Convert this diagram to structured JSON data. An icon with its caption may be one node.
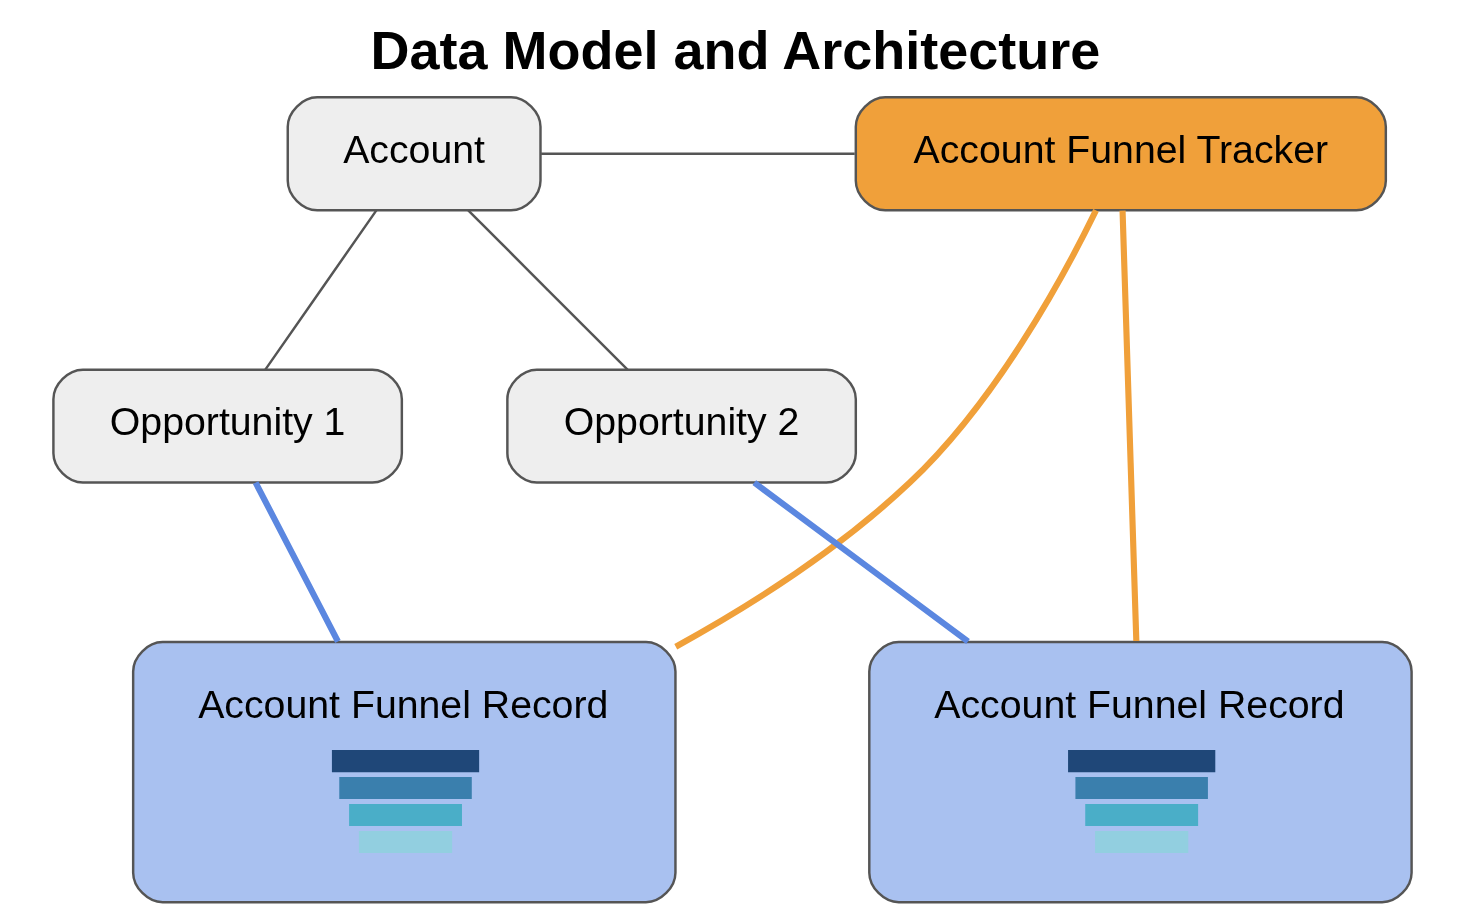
{
  "diagram": {
    "title": "Data Model and Architecture",
    "nodes": [
      {
        "text": [
          "Account"
        ]
      },
      {
        "text": [
          "Account Funnel Tracker"
        ]
      },
      {
        "text": [
          "Opportunity 1"
        ]
      },
      {
        "text": [
          "Opportunity 2"
        ]
      },
      {
        "text": [
          "Account Funnel Record"
        ]
      },
      {
        "text": [
          "Account Funnel Record"
        ]
      }
    ],
    "edges": [
      {
        "from": 0,
        "to": 1,
        "arrow": "none"
      },
      {
        "from": 0,
        "to": 2,
        "arrow": "none"
      },
      {
        "from": 0,
        "to": 3,
        "arrow": "none"
      },
      {
        "from": 1,
        "to": 4,
        "arrow": "none",
        "color": "#f0a03a"
      },
      {
        "from": 1,
        "to": 5,
        "arrow": "none",
        "color": "#f0a03a"
      },
      {
        "from": 2,
        "to": 4,
        "arrow": "none",
        "color": "#5b87e0"
      },
      {
        "from": 3,
        "to": 5,
        "arrow": "none",
        "color": "#5b87e0"
      }
    ]
  }
}
